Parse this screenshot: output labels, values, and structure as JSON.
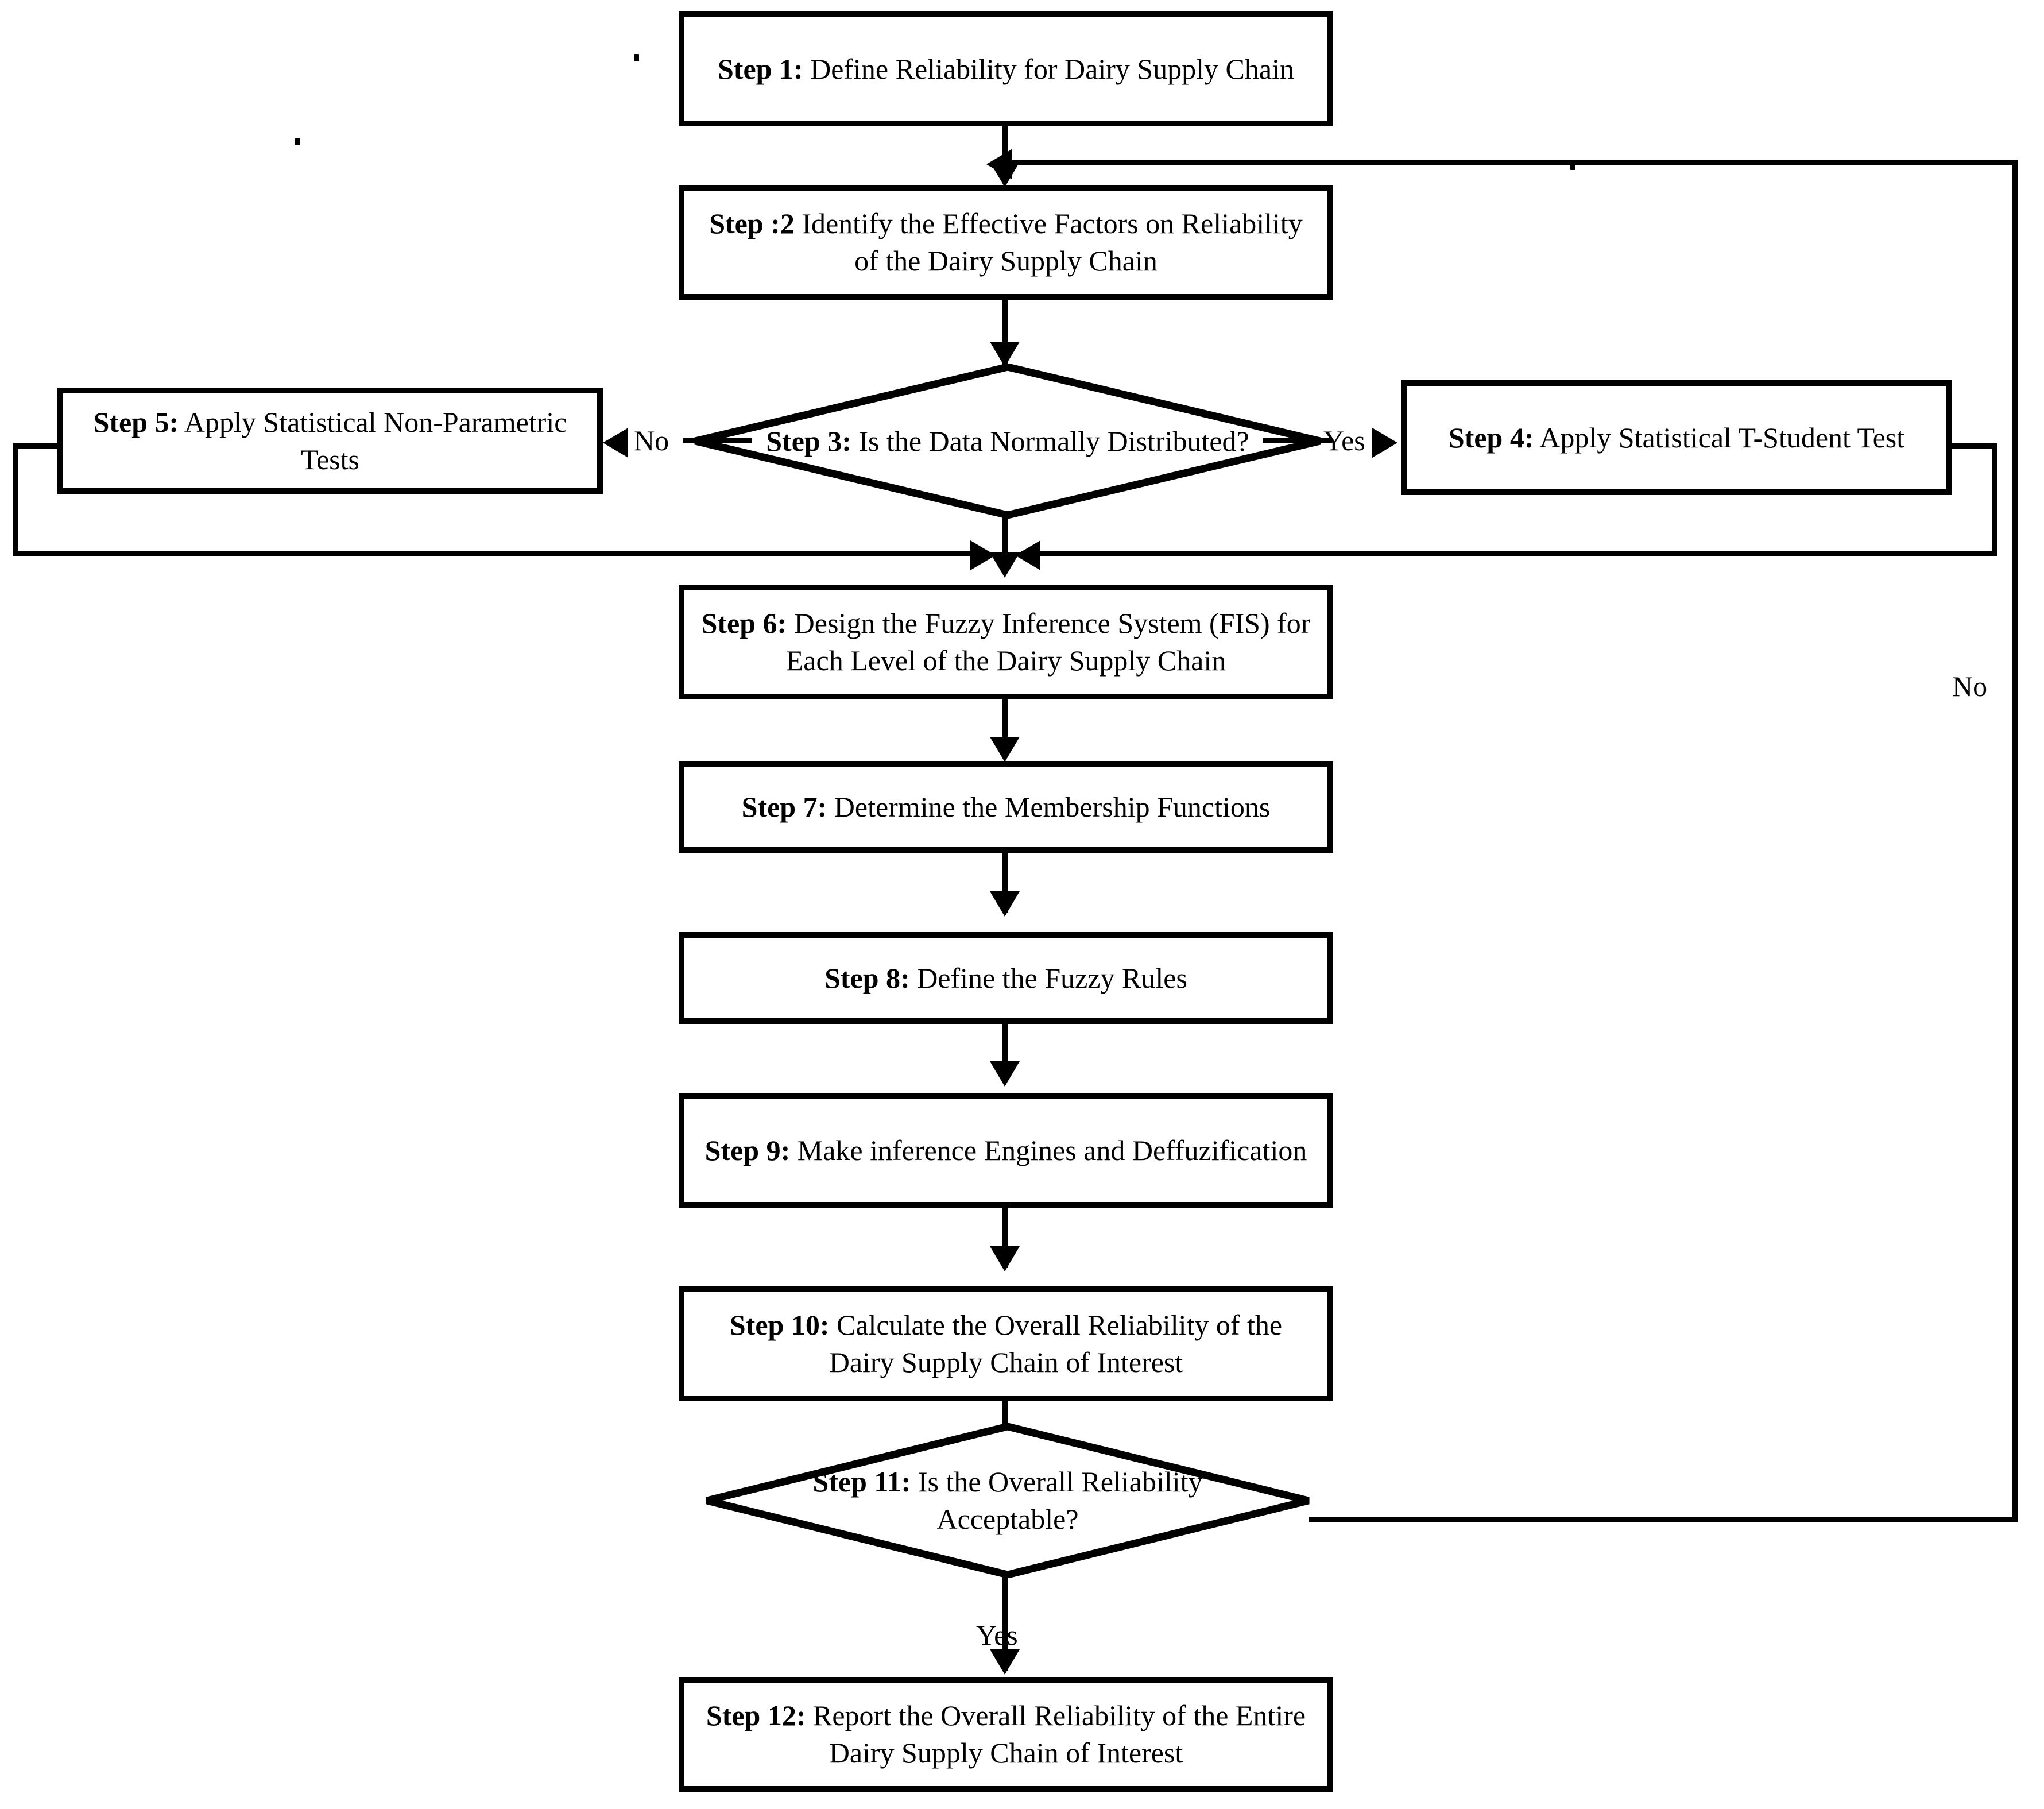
{
  "diagram": {
    "title": "Dairy Supply Chain Reliability Assessment Flowchart",
    "type": "flowchart",
    "line_color": "#000000",
    "background_color": "#ffffff"
  },
  "nodes": {
    "step1": {
      "shape": "process",
      "bold_prefix": "Step 1:",
      "text": " Define Reliability for Dairy Supply Chain"
    },
    "step2": {
      "shape": "process",
      "bold_prefix": "Step  :2",
      "text": " Identify the Effective Factors on Reliability of the Dairy Supply Chain"
    },
    "step3": {
      "shape": "decision",
      "bold_prefix": "Step 3:",
      "text": " Is the Data Normally Distributed?"
    },
    "step4": {
      "shape": "process",
      "bold_prefix": "Step 4:",
      "text": " Apply Statistical T-Student Test"
    },
    "step5": {
      "shape": "process",
      "bold_prefix": "Step 5:",
      "text": " Apply Statistical Non-Parametric Tests"
    },
    "step6": {
      "shape": "process",
      "bold_prefix": "Step 6:",
      "text": " Design the Fuzzy Inference System (FIS) for Each Level of the Dairy Supply Chain"
    },
    "step7": {
      "shape": "process",
      "bold_prefix": "Step 7:",
      "text": " Determine the Membership Functions"
    },
    "step8": {
      "shape": "process",
      "bold_prefix": "Step 8:",
      "text": " Define the Fuzzy Rules"
    },
    "step9": {
      "shape": "process",
      "bold_prefix": "Step 9:",
      "text": " Make inference Engines and Deffuzification"
    },
    "step10": {
      "shape": "process",
      "bold_prefix": "Step 10:",
      "text": " Calculate the Overall Reliability of the Dairy Supply Chain of Interest"
    },
    "step11": {
      "shape": "decision",
      "bold_prefix": "Step 11:",
      "text": " Is the Overall Reliability Acceptable?"
    },
    "step12": {
      "shape": "process",
      "bold_prefix": "Step 12:",
      "text": " Report the Overall Reliability of the Entire Dairy Supply Chain of Interest"
    }
  },
  "edge_labels": {
    "step3_no": "No",
    "step3_yes": "Yes",
    "step11_no": "No",
    "step11_yes": "Yes"
  },
  "edges": [
    {
      "from": "step1",
      "to": "step2",
      "label": ""
    },
    {
      "from": "step2",
      "to": "step3",
      "label": ""
    },
    {
      "from": "step3",
      "to": "step5",
      "label": "No"
    },
    {
      "from": "step3",
      "to": "step4",
      "label": "Yes"
    },
    {
      "from": "step3",
      "to": "step6",
      "label": ""
    },
    {
      "from": "step5",
      "to": "step6",
      "label": ""
    },
    {
      "from": "step4",
      "to": "step6",
      "label": ""
    },
    {
      "from": "step6",
      "to": "step7",
      "label": ""
    },
    {
      "from": "step7",
      "to": "step8",
      "label": ""
    },
    {
      "from": "step8",
      "to": "step9",
      "label": ""
    },
    {
      "from": "step9",
      "to": "step10",
      "label": ""
    },
    {
      "from": "step10",
      "to": "step11",
      "label": ""
    },
    {
      "from": "step11",
      "to": "step12",
      "label": "Yes"
    },
    {
      "from": "step11",
      "to": "step2",
      "label": "No"
    }
  ]
}
